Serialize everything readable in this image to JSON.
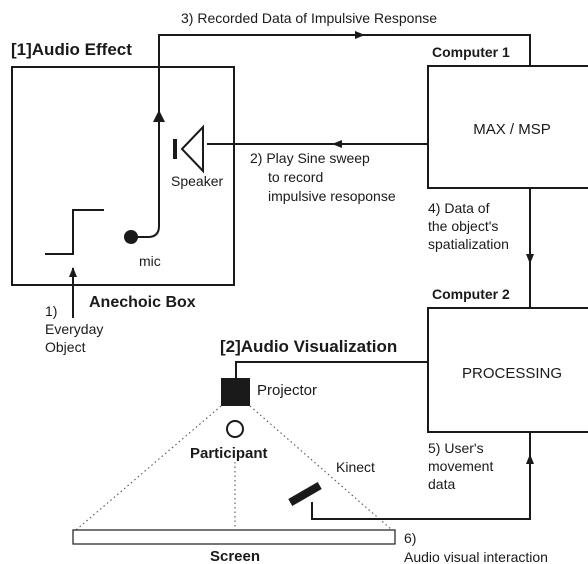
{
  "section_audio_effect": {
    "title": "[1]Audio Effect",
    "box_label": "Anechoic Box"
  },
  "section_audio_visualization": {
    "title": "[2]Audio Visualization"
  },
  "computer1": {
    "label": "Computer 1",
    "software": "MAX / MSP"
  },
  "computer2": {
    "label": "Computer 2",
    "software": "PROCESSING"
  },
  "devices": {
    "speaker": "Speaker",
    "mic": "mic",
    "projector": "Projector",
    "participant": "Participant",
    "kinect": "Kinect",
    "screen": "Screen"
  },
  "steps": {
    "s1": [
      "1)",
      "Everyday",
      "Object"
    ],
    "s2": [
      "2) Play Sine sweep",
      "to record",
      "impulsive resoponse"
    ],
    "s3": "3) Recorded Data of Impulsive Response",
    "s4": [
      "4) Data of",
      "the object's",
      "spatialization"
    ],
    "s5": [
      "5) User's",
      "movement",
      "data"
    ],
    "s6": [
      "6)",
      "Audio visual interaction"
    ]
  }
}
